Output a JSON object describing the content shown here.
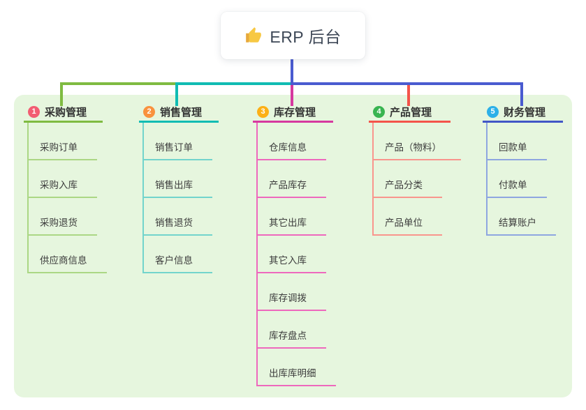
{
  "root": {
    "label": "ERP 后台",
    "icon": "thumbs-up-icon",
    "icon_colors": {
      "hand": "#f7c843",
      "cuff": "#e7a93c"
    }
  },
  "panel": {
    "background": "#e6f6de"
  },
  "trunk_color": "#4a5bd0",
  "branches": [
    {
      "num": "1",
      "name": "采购管理",
      "badge_color": "#f25d72",
      "line_color": "#7fbb41",
      "light_color": "#abd784",
      "children": [
        "采购订单",
        "采购入库",
        "采购退货",
        "供应商信息"
      ]
    },
    {
      "num": "2",
      "name": "销售管理",
      "badge_color": "#f9923e",
      "line_color": "#10bcb3",
      "light_color": "#72d4cc",
      "children": [
        "销售订单",
        "销售出库",
        "销售退货",
        "客户信息"
      ]
    },
    {
      "num": "3",
      "name": "库存管理",
      "badge_color": "#fcb016",
      "line_color": "#d6399f",
      "light_color": "#ee68bd",
      "children": [
        "仓库信息",
        "产品库存",
        "其它出库",
        "其它入库",
        "库存调拨",
        "库存盘点",
        "出库库明细"
      ]
    },
    {
      "num": "4",
      "name": "产品管理",
      "badge_color": "#38b450",
      "line_color": "#f4544a",
      "light_color": "#f9958d",
      "children": [
        "产品（物料）",
        "产品分类",
        "产品单位"
      ]
    },
    {
      "num": "5",
      "name": "财务管理",
      "badge_color": "#2cb0e8",
      "line_color": "#4156c6",
      "light_color": "#8ea6e0",
      "children": [
        "回款单",
        "付款单",
        "结算账户"
      ]
    }
  ]
}
